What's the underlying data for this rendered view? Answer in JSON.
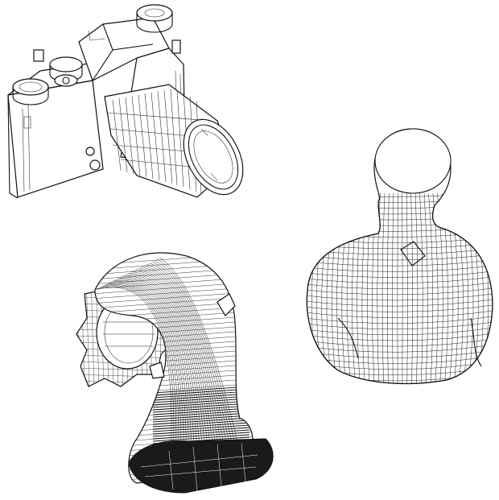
{
  "figure": {
    "models": [
      {
        "id": "camera",
        "kind": "wireframe-line-drawing"
      },
      {
        "id": "bust",
        "kind": "wireframe-mesh"
      },
      {
        "id": "pipe-elbow",
        "kind": "wireframe-mesh"
      }
    ],
    "colors": {
      "background": "#ffffff",
      "ink": "#111111",
      "shade": "#1a1a1a"
    }
  }
}
